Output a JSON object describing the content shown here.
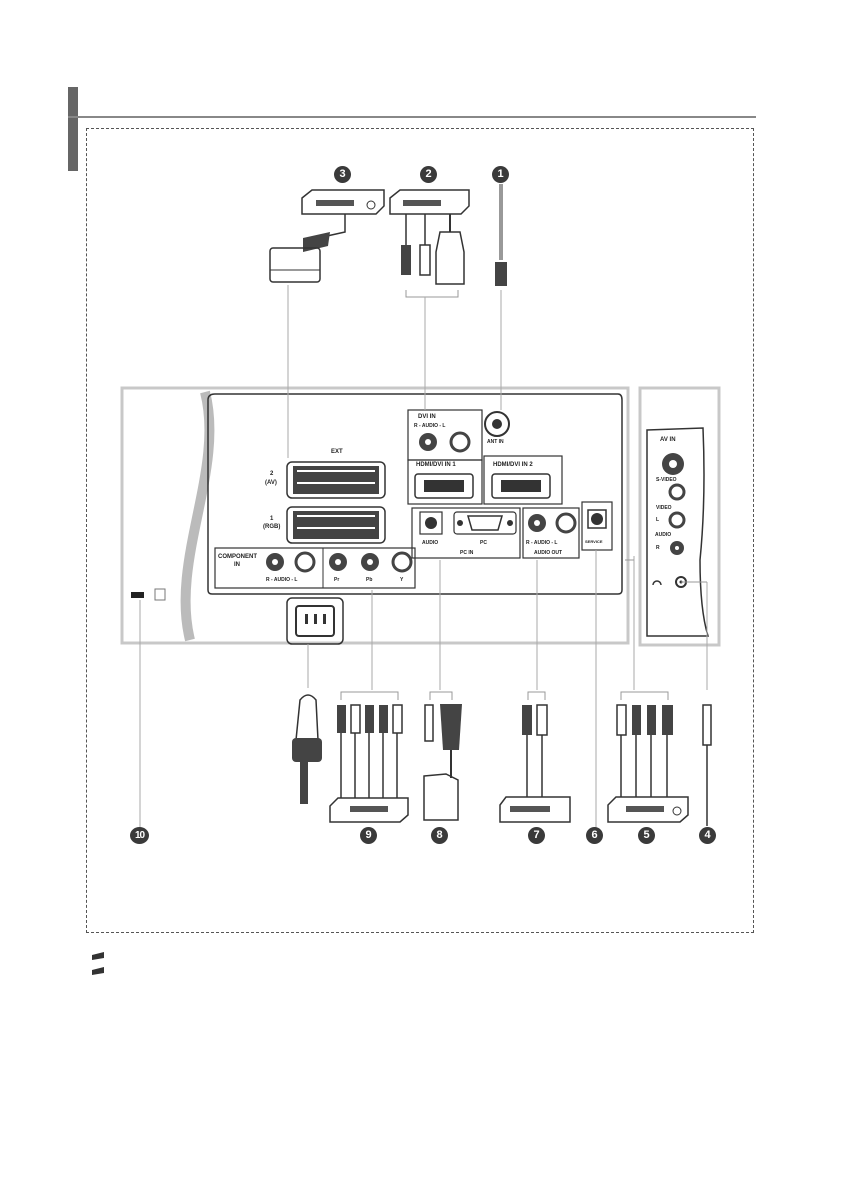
{
  "callouts": [
    "1",
    "2",
    "3",
    "4",
    "5",
    "6",
    "7",
    "8",
    "9",
    "10"
  ],
  "back_panel": {
    "ext_title": "EXT",
    "ext2_label": "2",
    "ext2_sub": "(AV)",
    "ext1_label": "1",
    "ext1_sub": "(RGB)",
    "dvi_in": "DVI IN",
    "dvi_audio": "R - AUDIO - L",
    "ant_in": "ANT IN",
    "hdmi1": "HDMI/DVI IN 1",
    "hdmi2": "HDMI/DVI IN 2",
    "audio": "AUDIO",
    "pc": "PC",
    "pc_in": "PC IN",
    "audio_out_rl": "R - AUDIO - L",
    "audio_out": "AUDIO OUT",
    "service": "SERVICE",
    "component_in_1": "COMPONENT",
    "component_in_2": "IN",
    "component_audio": "R - AUDIO - L",
    "pr": "Pr",
    "pb": "Pb",
    "y": "Y"
  },
  "side_panel": {
    "av_in": "AV IN",
    "s_video": "S-VIDEO",
    "video": "VIDEO",
    "l": "L",
    "audio": "AUDIO",
    "r": "R"
  },
  "notes": [
    "",
    ""
  ],
  "colors": {
    "panel_border": "#c8c8c8",
    "dark": "#3a3a3a",
    "note_icon": "#333333"
  }
}
